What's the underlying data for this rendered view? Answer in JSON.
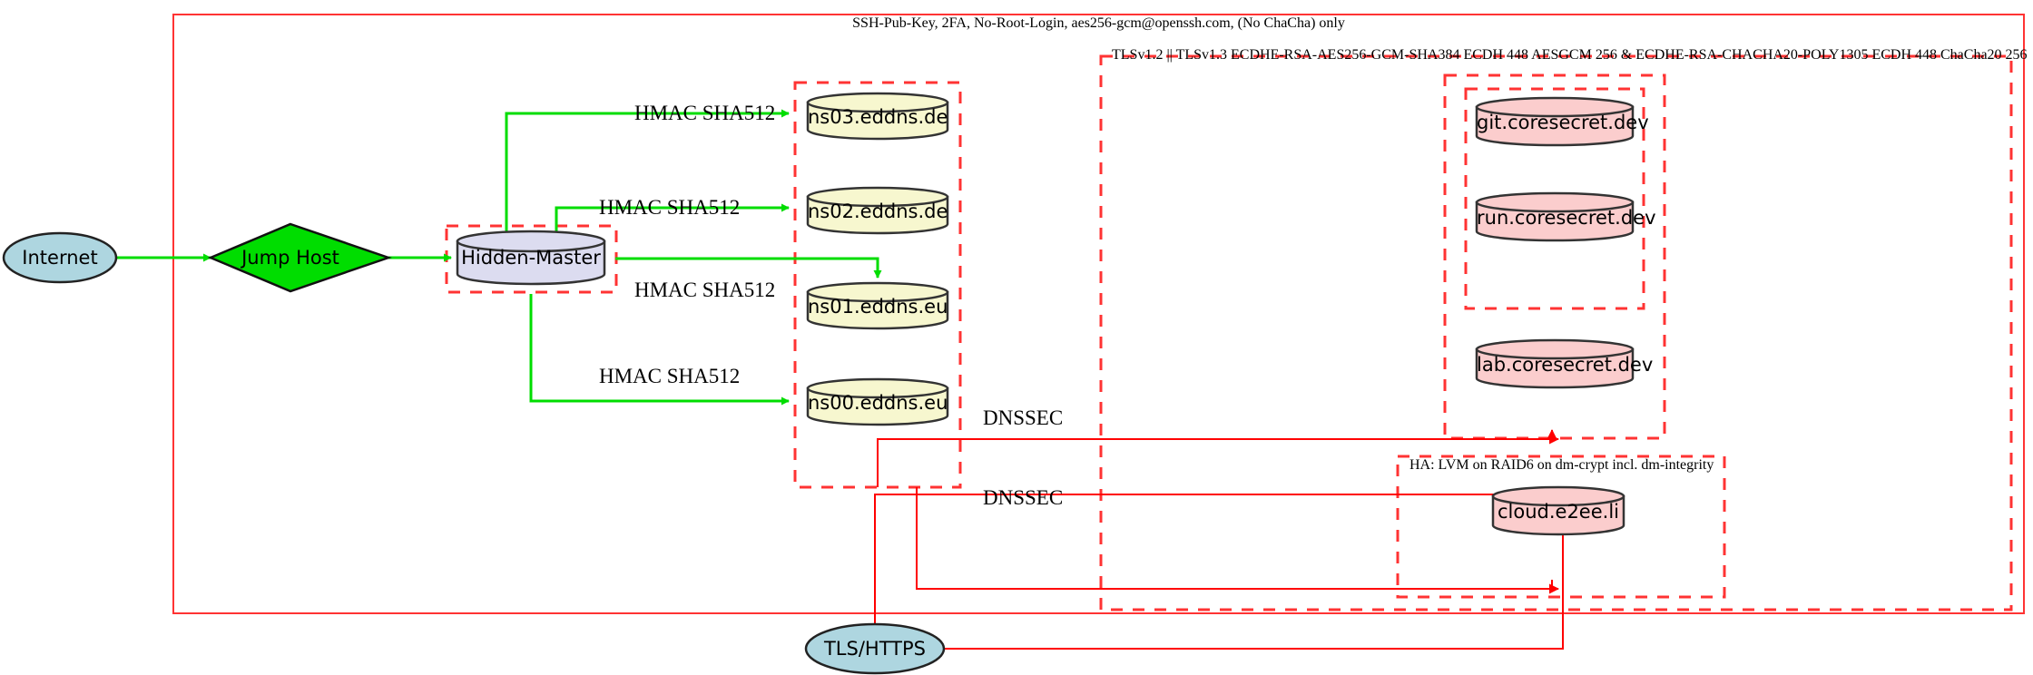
{
  "diagram": {
    "title_label": "SSH-Pub-Key, 2FA, No-Root-Login, aes256-gcm@openssh.com, (No ChaCha) only",
    "clusters": [
      {
        "id": "ssh_outer",
        "label": "SSH-Pub-Key, 2FA, No-Root-Login, aes256-gcm@openssh.com, (No ChaCha) only"
      },
      {
        "id": "tls_outer",
        "label": "TLSv1.2 || TLSv1.3 ECDHE-RSA-AES256-GCM-SHA384 ECDH 448 AESGCM 256 & ECDHE-RSA-CHACHA20-POLY1305 ECDH 448 ChaCha20 256"
      },
      {
        "id": "ha_cluster",
        "label": "HA: LVM on RAID6 on dm-crypt incl. dm-integrity"
      },
      {
        "id": "hidden_master",
        "label": ""
      },
      {
        "id": "dns_cluster",
        "label": ""
      },
      {
        "id": "apps_cluster",
        "label": ""
      }
    ],
    "nodes": [
      {
        "id": "internet",
        "label": "Internet",
        "shape": "ellipse",
        "fill": "#aed6e0"
      },
      {
        "id": "jumphost",
        "label": "Jump Host",
        "shape": "diamond",
        "fill": "#00dd00"
      },
      {
        "id": "master",
        "label": "Hidden-Master",
        "shape": "cylinder",
        "fill": "#dcdcf0"
      },
      {
        "id": "ns03",
        "label": "ns03.eddns.de",
        "shape": "cylinder",
        "fill": "#f7f7cf"
      },
      {
        "id": "ns02",
        "label": "ns02.eddns.de",
        "shape": "cylinder",
        "fill": "#f7f7cf"
      },
      {
        "id": "ns01",
        "label": "ns01.eddns.eu",
        "shape": "cylinder",
        "fill": "#f7f7cf"
      },
      {
        "id": "ns00",
        "label": "ns00.eddns.eu",
        "shape": "cylinder",
        "fill": "#f7f7cf"
      },
      {
        "id": "git",
        "label": "git.coresecret.dev",
        "shape": "cylinder",
        "fill": "#fbcdcd"
      },
      {
        "id": "run",
        "label": "run.coresecret.dev",
        "shape": "cylinder",
        "fill": "#fbcdcd"
      },
      {
        "id": "lab",
        "label": "lab.coresecret.dev",
        "shape": "cylinder",
        "fill": "#fbcdcd"
      },
      {
        "id": "cloud",
        "label": "cloud.e2ee.li",
        "shape": "cylinder",
        "fill": "#fbcdcd"
      },
      {
        "id": "tlshttps",
        "label": "TLS/HTTPS",
        "shape": "ellipse",
        "fill": "#aed6e0"
      }
    ],
    "edges": [
      {
        "from": "internet",
        "to": "jumphost",
        "label": "",
        "color": "#00dd00"
      },
      {
        "from": "jumphost",
        "to": "master",
        "label": "",
        "color": "#00dd00"
      },
      {
        "from": "master",
        "to": "ns03",
        "label": "HMAC SHA512",
        "color": "#00dd00"
      },
      {
        "from": "master",
        "to": "ns02",
        "label": "HMAC SHA512",
        "color": "#00dd00"
      },
      {
        "from": "master",
        "to": "ns01",
        "label": "HMAC SHA512",
        "color": "#00dd00"
      },
      {
        "from": "master",
        "to": "ns00",
        "label": "HMAC SHA512",
        "color": "#00dd00"
      },
      {
        "from": "dns_cluster",
        "to": "apps_cluster",
        "label": "DNSSEC",
        "color": "#ff0000"
      },
      {
        "from": "dns_cluster",
        "to": "ha_cluster",
        "label": "DNSSEC",
        "color": "#ff0000"
      },
      {
        "from": "tlshttps",
        "to": "apps_cluster",
        "label": "",
        "color": "#ff0000"
      },
      {
        "from": "tlshttps",
        "to": "ha_cluster",
        "label": "",
        "color": "#ff0000"
      }
    ],
    "edge_labels": [
      {
        "id": "hmac1",
        "text": "HMAC SHA512"
      },
      {
        "id": "hmac2",
        "text": "HMAC SHA512"
      },
      {
        "id": "hmac3",
        "text": "HMAC SHA512"
      },
      {
        "id": "hmac4",
        "text": "HMAC SHA512"
      },
      {
        "id": "dnssec1",
        "text": "DNSSEC"
      },
      {
        "id": "dnssec2",
        "text": "DNSSEC"
      }
    ],
    "colors": {
      "frame_red": "#ff3333",
      "dashed_red": "#ff3333",
      "edge_green": "#00dd00",
      "edge_red": "#ff0000",
      "node_blue": "#aed6e0",
      "node_green": "#00dd00",
      "node_lavender": "#dcdcf0",
      "node_yellow": "#f7f7cf",
      "node_pink": "#fbcdcd",
      "stroke_dark": "#333333"
    }
  }
}
